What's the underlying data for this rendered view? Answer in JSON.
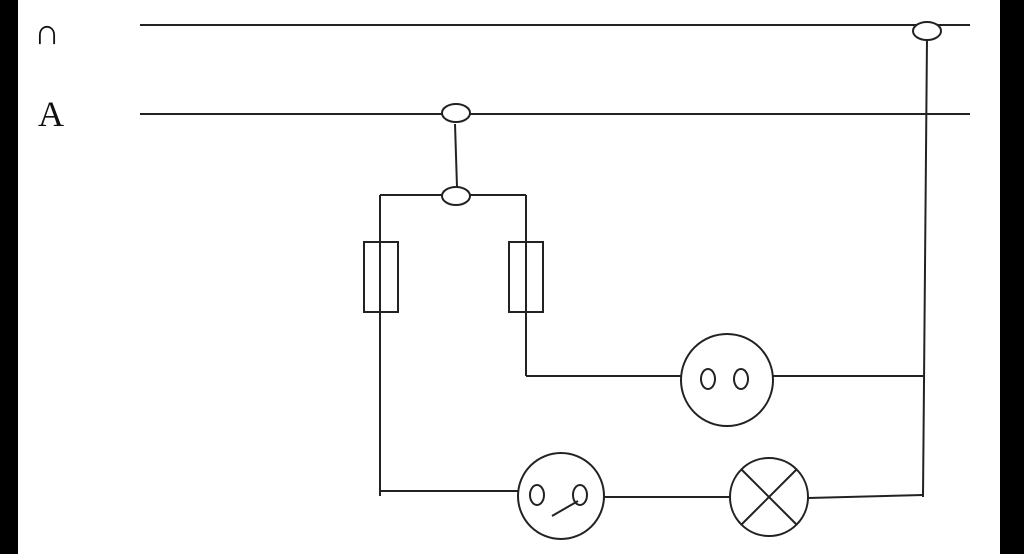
{
  "labels": {
    "top_wire": "∩",
    "line_a": "A"
  },
  "colors": {
    "background_frame": "#000000",
    "canvas": "#ffffff",
    "wire": "#222222"
  },
  "components": {
    "fuses": 2,
    "sockets": 1,
    "switches": 1,
    "lamps": 1,
    "junctions": 3
  }
}
